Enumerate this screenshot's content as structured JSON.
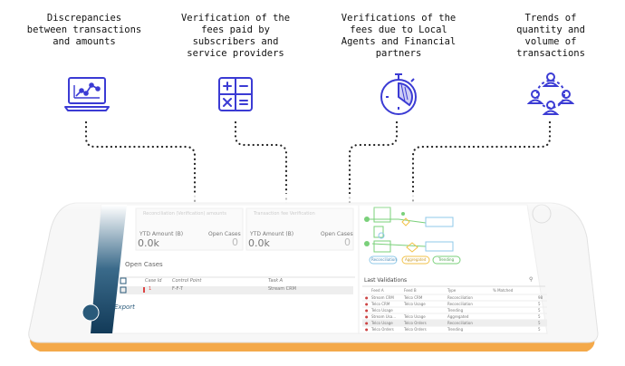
{
  "features": [
    {
      "label": "Discrepancies\nbetween transactions\nand amounts",
      "icon": "laptop-chart-icon"
    },
    {
      "label": "Verification of the\nfees paid by\nsubscribers and\nservice providers",
      "icon": "calculator-icon"
    },
    {
      "label": "Verifications of the\nfees due to Local\nAgents and Financial\npartners",
      "icon": "stopwatch-icon"
    },
    {
      "label": "Trends of\nquantity and\nvolume of\ntransactions",
      "icon": "users-network-icon"
    }
  ],
  "colors": {
    "accent": "#3b3bd4",
    "dots": "#222222",
    "tablet_frame": "#f4a94a",
    "sidebar": "#1a4a6a"
  },
  "tablet": {
    "kpis": [
      {
        "title": "Reconciliation (Verification) amounts",
        "ytd_label": "YTD Amount (B)",
        "ytd_value": "0.0k",
        "open_label": "Open Cases",
        "open_value": "0"
      },
      {
        "title": "Transaction fee Verification",
        "ytd_label": "YTD Amount (B)",
        "ytd_value": "0.0k",
        "open_label": "Open Cases",
        "open_value": "0"
      }
    ],
    "open_cases": {
      "title": "Open Cases",
      "columns": [
        "Case Id",
        "Control Point",
        "Task A"
      ],
      "rows": [
        {
          "case_id": "1",
          "control_point": "F-F-T",
          "task": "Stream CRM"
        }
      ],
      "export_label": "Export"
    },
    "flow_chips": [
      "Reconciliation",
      "Aggregated",
      "Trending"
    ],
    "last_validations": {
      "title": "Last Validations",
      "columns": [
        "Feed A",
        "Feed B",
        "Type",
        "% Matched"
      ],
      "rows": [
        {
          "a": "Stream CRM",
          "b": "Telco CRM",
          "type": "Reconciliation",
          "pct": "98"
        },
        {
          "a": "Telco CRM",
          "b": "Telco Usage",
          "type": "Reconciliation",
          "pct": "5"
        },
        {
          "a": "Telco Usage",
          "b": "",
          "type": "Trending",
          "pct": "5"
        },
        {
          "a": "Stream Usa...",
          "b": "Telco Usage",
          "type": "Aggregated",
          "pct": "5"
        },
        {
          "a": "Telco Usage",
          "b": "Telco Orders",
          "type": "Reconciliation",
          "pct": "5"
        },
        {
          "a": "Telco Orders",
          "b": "Telco Orders",
          "type": "Trending",
          "pct": "5"
        }
      ]
    }
  }
}
